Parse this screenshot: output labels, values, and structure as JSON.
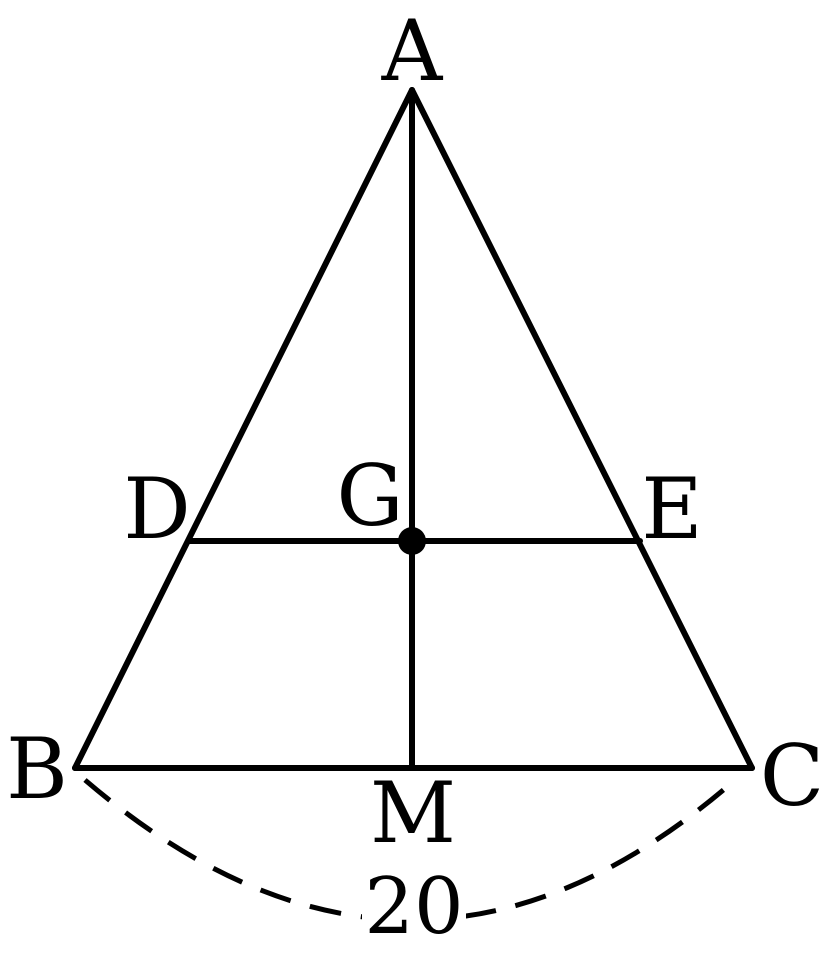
{
  "points": {
    "A": "A",
    "B": "B",
    "C": "C",
    "D": "D",
    "E": "E",
    "G": "G",
    "M": "M"
  },
  "base_length": "20",
  "colors": {
    "ink": "#000000",
    "background": "#ffffff"
  }
}
